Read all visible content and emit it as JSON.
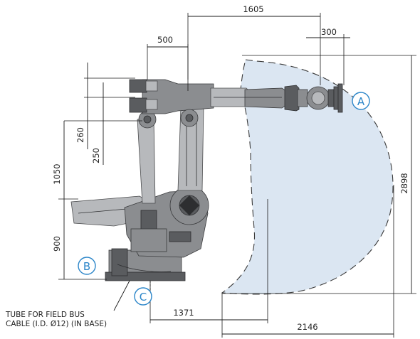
{
  "dimensions": {
    "top_reach": "1605",
    "wrist_offset": "300",
    "upper_arm": "500",
    "d260": "260",
    "d250": "250",
    "lower_arm": "1050",
    "base_height": "900",
    "total_height": "2898",
    "front_reach": "1371",
    "rear_reach": "2146"
  },
  "callouts": {
    "a": "A",
    "b": "B",
    "c": "C"
  },
  "note": {
    "line1": "TUBE FOR FIELD BUS",
    "line2": "CABLE (I.D. Ø12) (IN BASE)"
  },
  "colors": {
    "workspace_fill": "#dbe6f2",
    "workspace_outline": "#3a3a3a",
    "callout": "#2c86c9",
    "robot": "#6e7073"
  }
}
